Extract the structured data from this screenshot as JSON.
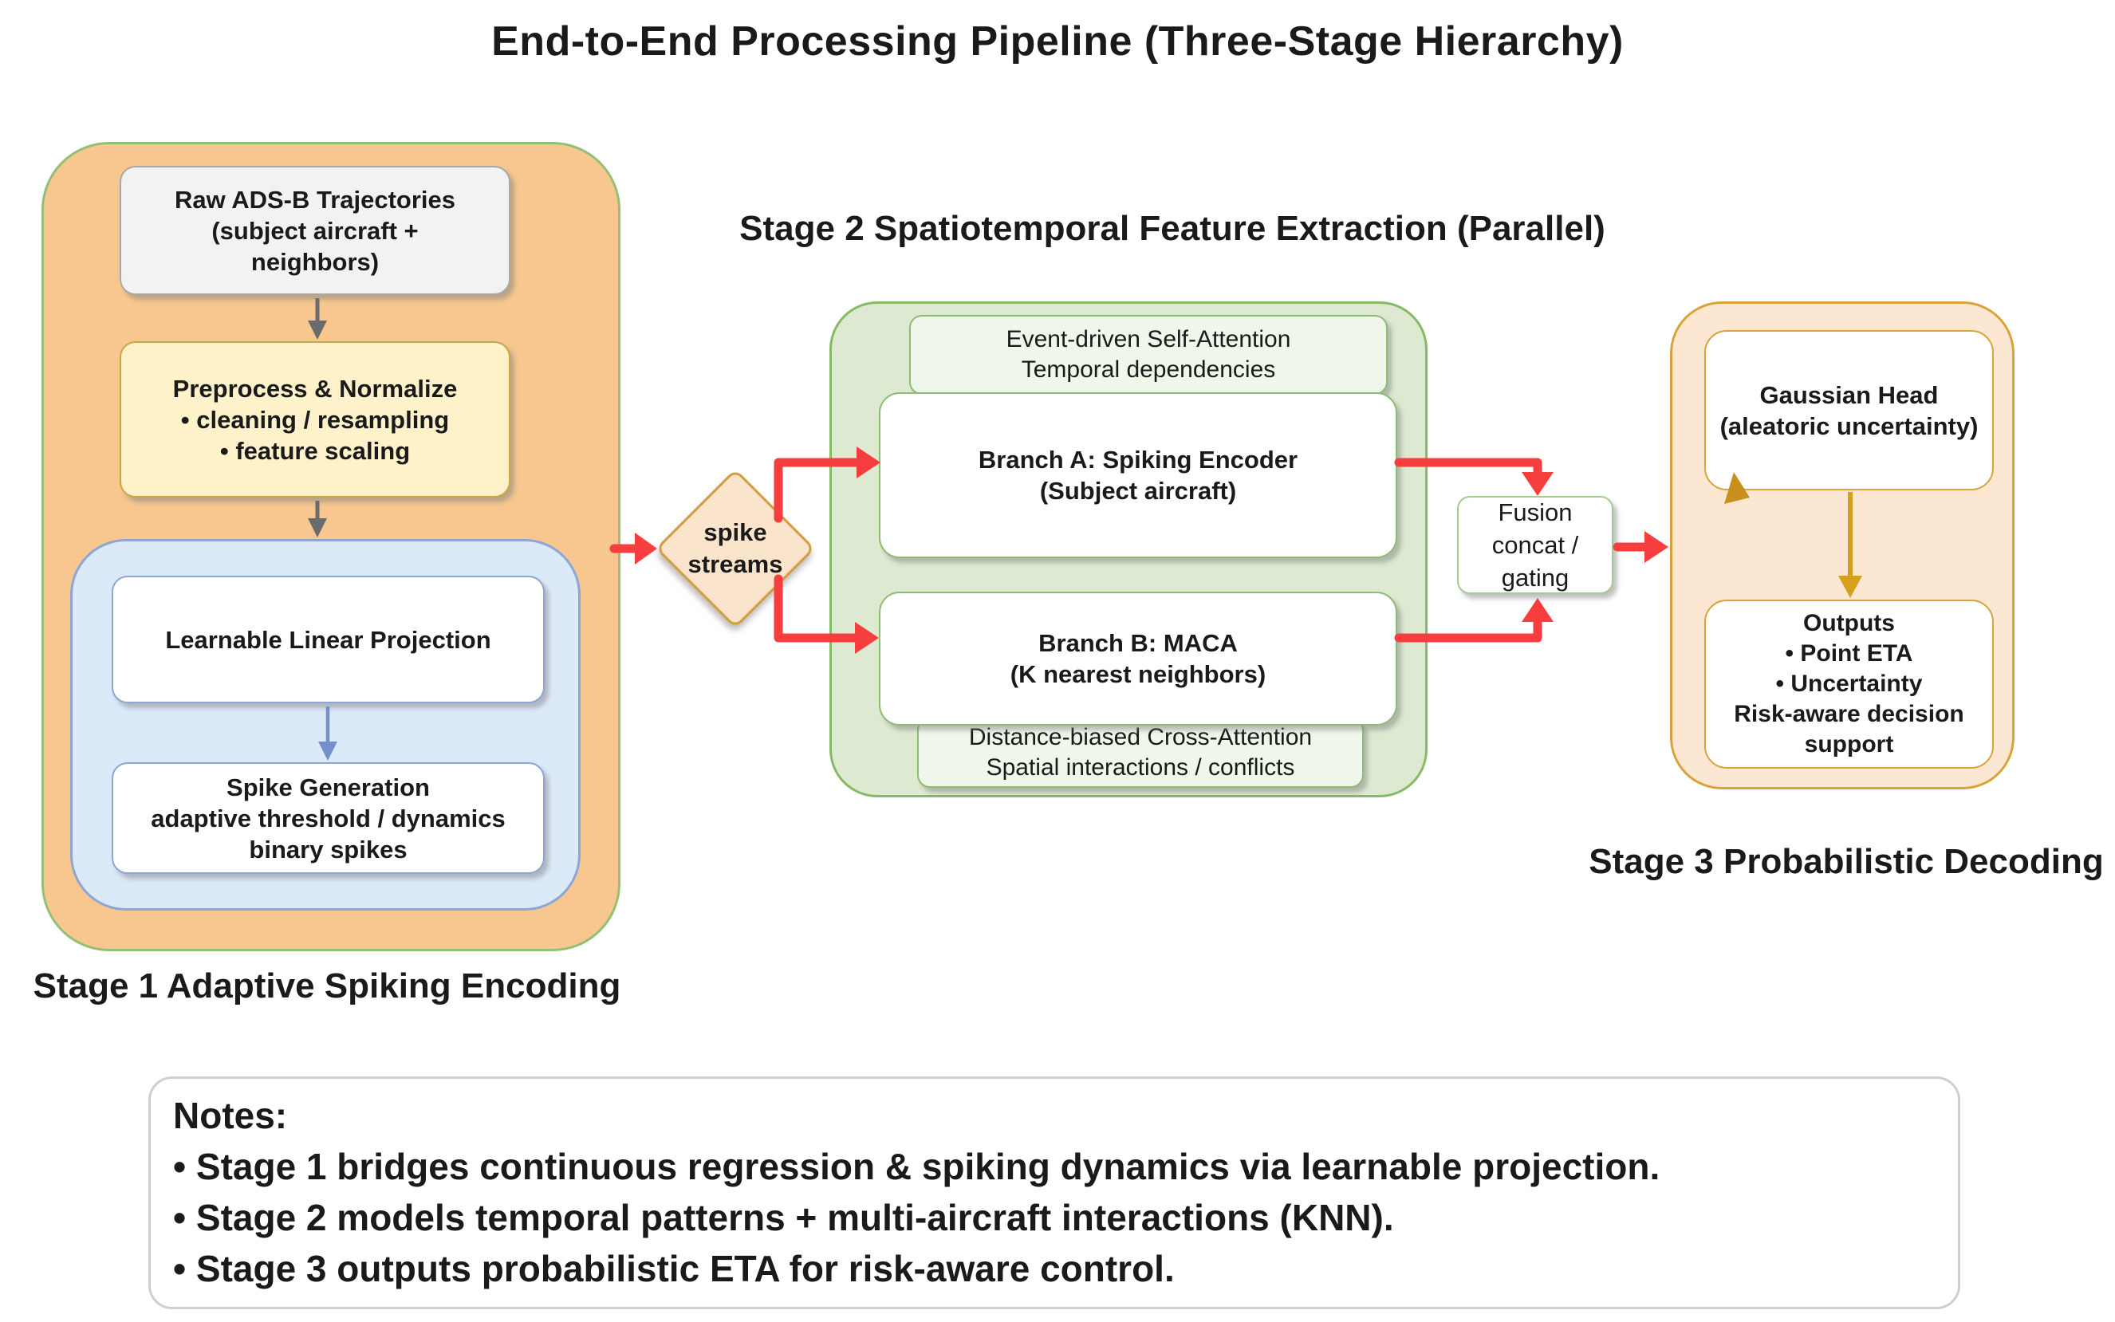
{
  "title": "End-to-End Processing Pipeline (Three-Stage Hierarchy)",
  "stage1": {
    "label": "Stage 1 Adaptive Spiking Encoding",
    "raw_box": [
      "Raw ADS-B Trajectories",
      "(subject aircraft +",
      "neighbors)"
    ],
    "preprocess_box": [
      "Preprocess & Normalize",
      "• cleaning / resampling",
      "• feature scaling"
    ],
    "projection_box": [
      "Learnable Linear Projection"
    ],
    "spike_box": [
      "Spike Generation",
      "adaptive threshold / dynamics",
      "binary spikes"
    ]
  },
  "connector_diamond": [
    "spike",
    "streams"
  ],
  "stage2": {
    "header": "Stage 2 Spatiotemporal Feature Extraction (Parallel)",
    "self_attention_box": [
      "Event-driven Self-Attention",
      "Temporal dependencies"
    ],
    "branch_a_box": [
      "Branch A: Spiking Encoder",
      "(Subject aircraft)"
    ],
    "branch_b_box": [
      "Branch B: MACA",
      "(K nearest neighbors)"
    ],
    "cross_attention_box": [
      "Distance-biased Cross-Attention",
      "Spatial interactions / conflicts"
    ]
  },
  "fusion_box": [
    "Fusion",
    "concat /",
    "gating"
  ],
  "stage3": {
    "label": "Stage 3 Probabilistic Decoding",
    "gaussian_box": [
      "Gaussian Head",
      "(aleatoric uncertainty)"
    ],
    "outputs_box": [
      "Outputs",
      "• Point ETA",
      "• Uncertainty",
      "Risk-aware decision",
      "support"
    ]
  },
  "notes": {
    "heading": "Notes:",
    "items": [
      "• Stage 1 bridges continuous regression & spiking dynamics via learnable projection.",
      "• Stage 2 models temporal patterns + multi-aircraft interactions (KNN).",
      "• Stage 3 outputs probabilistic ETA for risk-aware control."
    ]
  },
  "colors": {
    "stage1_fill": "#F7C78F",
    "stage1_border": "#94C076",
    "stage2_fill": "#DDEAD1",
    "stage2_border": "#87BA67",
    "stage3_fill": "#FCE8D2",
    "stage3_border": "#D9A23A",
    "inner_blue_fill": "#DCE9F9",
    "inner_blue_border": "#8CA6D5",
    "raw_fill": "#F2F2F2",
    "preprocess_fill": "#FEF2CB",
    "light_green_fill": "#EFF7EA",
    "diamond_fill": "#FBE4CC",
    "diamond_border": "#D49E3C",
    "red_arrow": "#F63E3E",
    "gray_arrow": "#6B6B6B",
    "blue_arrow": "#7291CC",
    "gold_arrow": "#D69F1C",
    "text": "#1A1A1A"
  }
}
